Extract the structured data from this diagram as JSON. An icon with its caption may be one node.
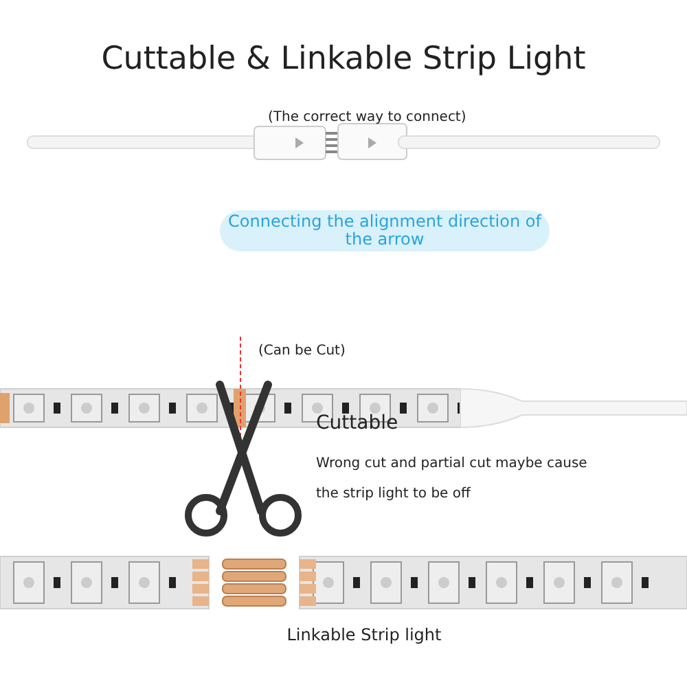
{
  "diagram": {
    "title": "Cuttable & Linkable Strip Light",
    "nodes": [
      {
        "text": [
          "Connecting the alignment direction of the arrow"
        ]
      }
    ],
    "labels": [
      "(The correct way to connect)",
      "(Can be Cut)",
      "Cuttable",
      "Wrong cut and partial cut maybe cause the strip light to be off",
      "Linkable Strip light"
    ]
  }
}
